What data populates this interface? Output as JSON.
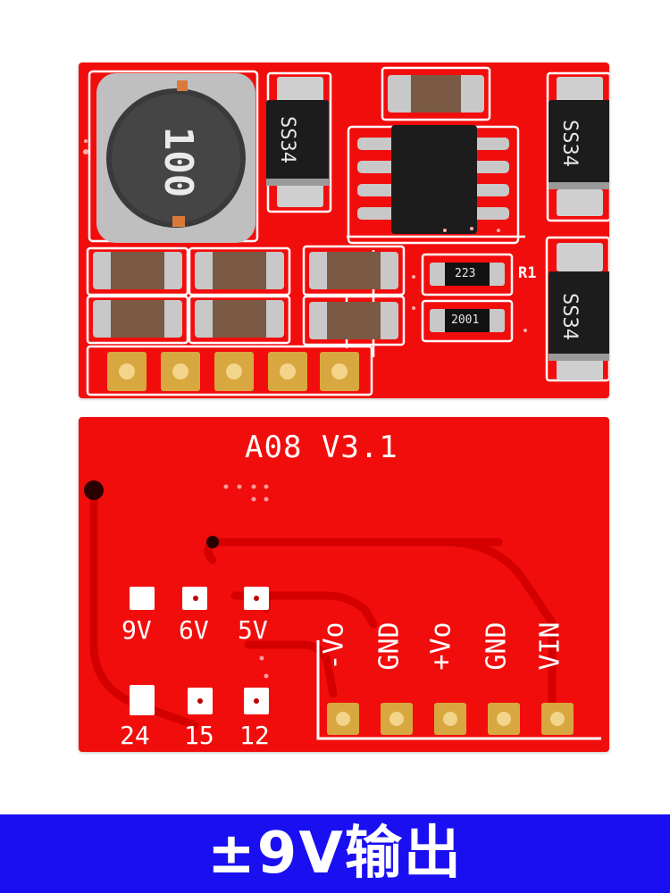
{
  "top_board": {
    "inductor_marking": "100",
    "diode_markings": [
      "SS34",
      "SS34",
      "SS34"
    ],
    "resistor_markings": [
      "223",
      "2001"
    ],
    "designator": "R1"
  },
  "bottom_board": {
    "version_label": "A08 V3.1",
    "jumper_labels_row1": [
      "9V",
      "6V",
      "5V"
    ],
    "jumper_labels_row2": [
      "24",
      "15",
      "12"
    ],
    "pin_labels": [
      "-Vo",
      "GND",
      "+Vo",
      "GND",
      "VIN"
    ]
  },
  "banner": {
    "text": "±9V输出",
    "background_color": "#1a0ff0"
  },
  "colors": {
    "pcb": "#f20d0d",
    "silkscreen": "#ffffff",
    "pad_gold": "#d9a73f"
  }
}
